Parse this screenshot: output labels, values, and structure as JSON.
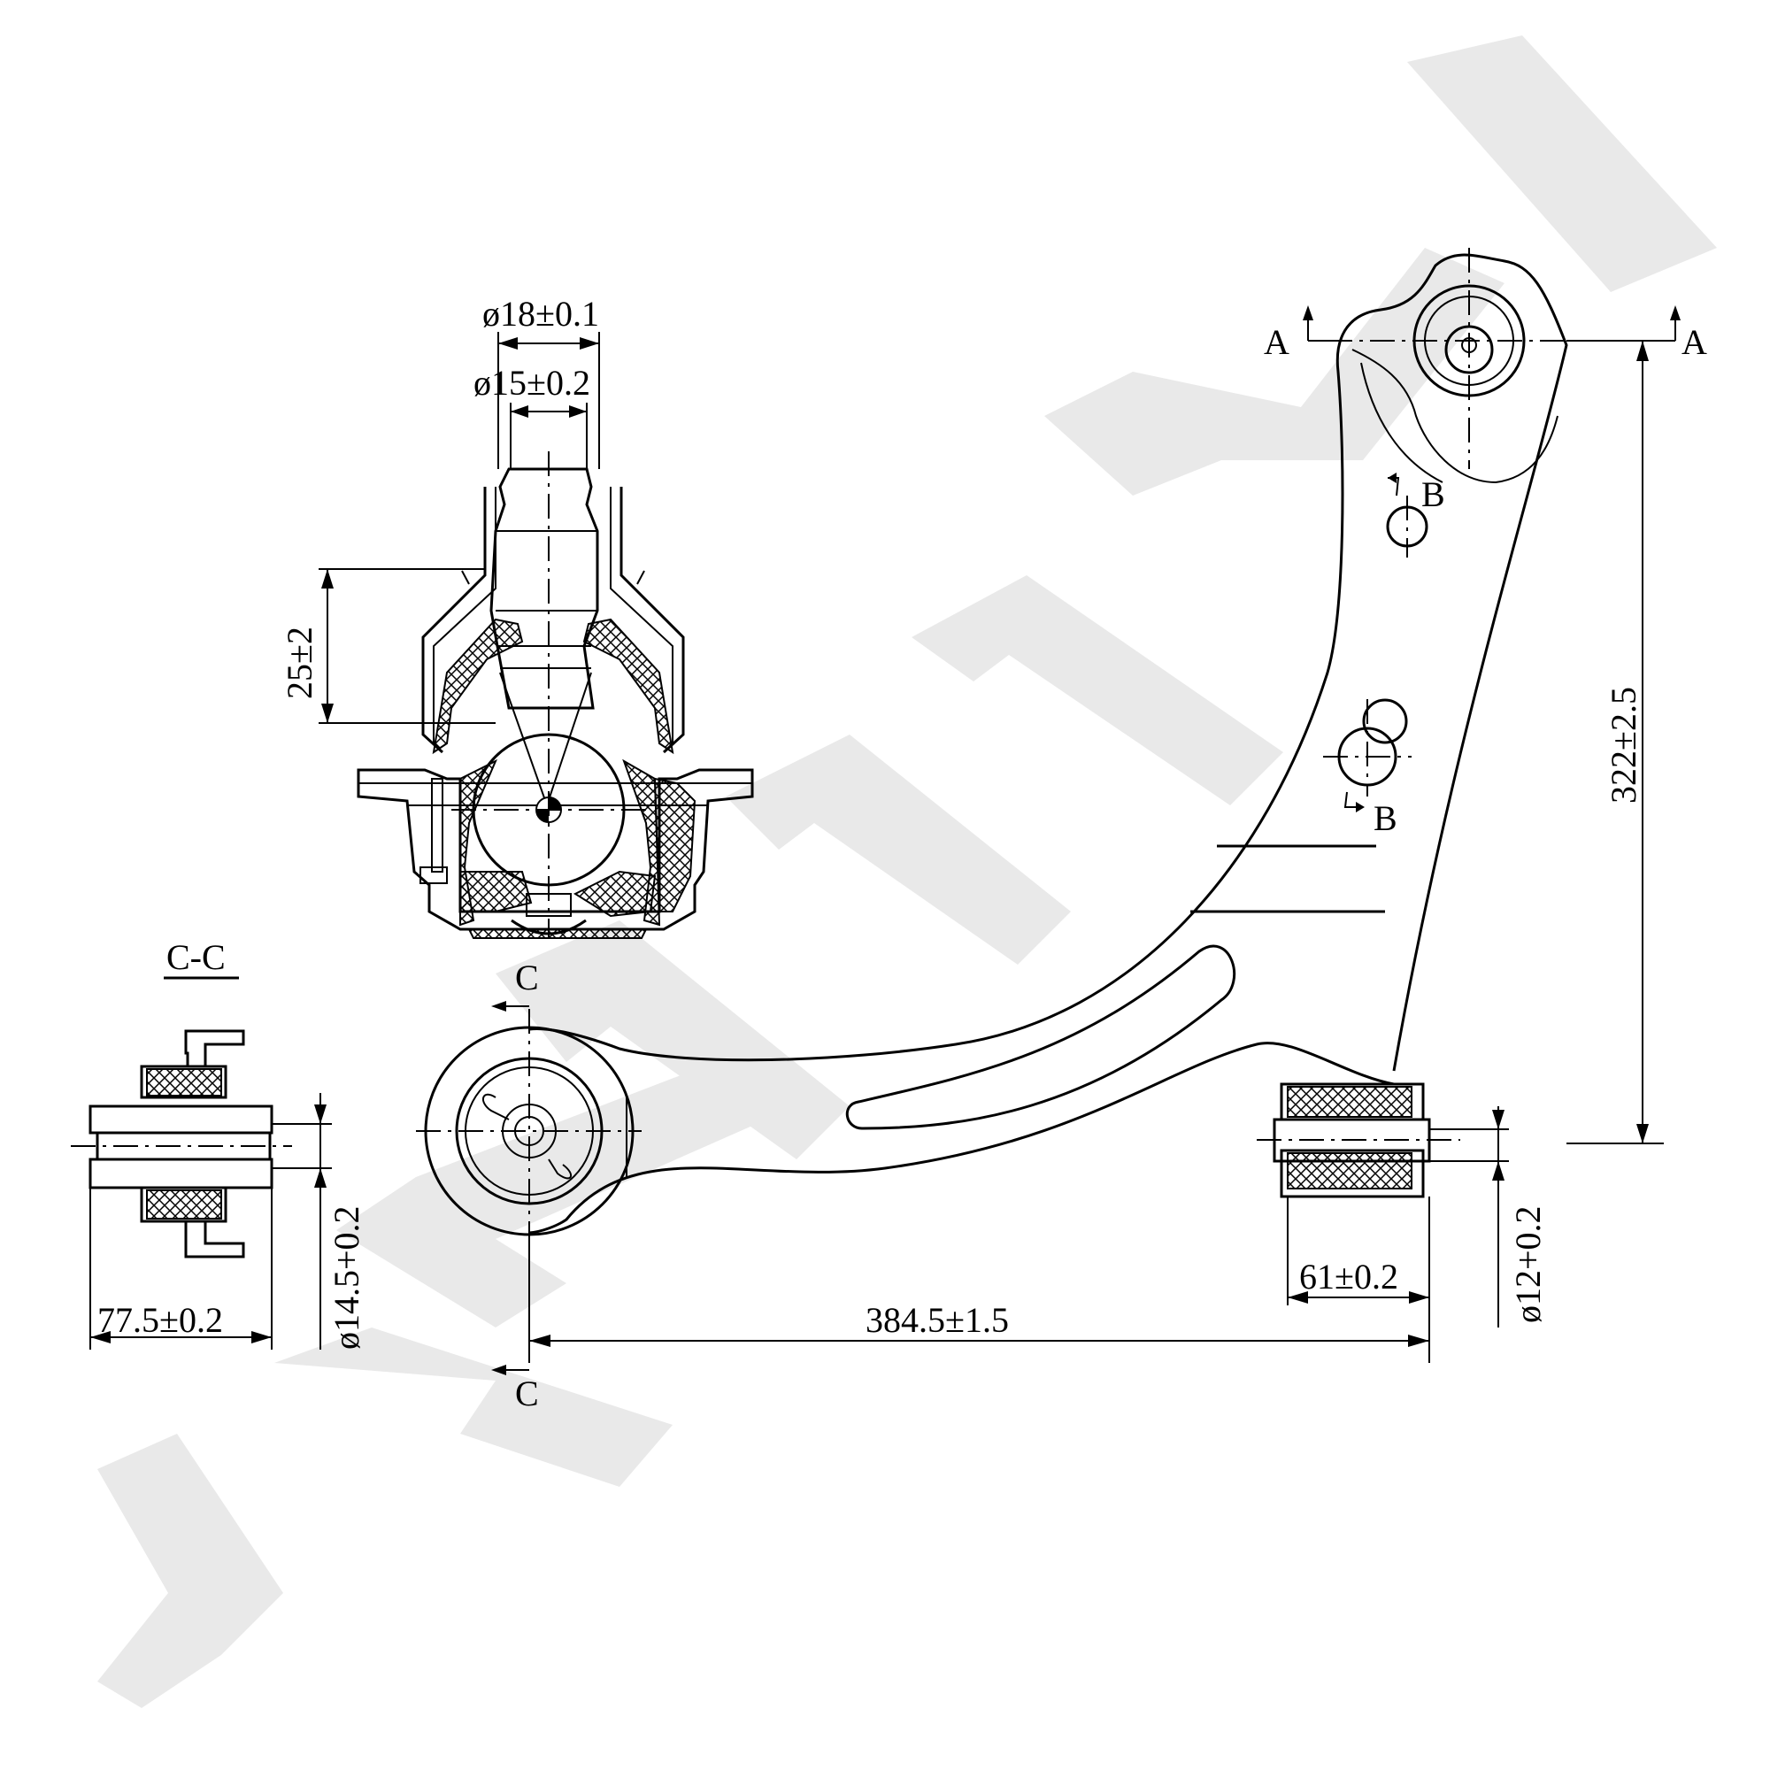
{
  "watermark": "ZENNEK",
  "section_title": "C-C",
  "dimensions": {
    "ball_stud_major": "ø18±0.1",
    "ball_stud_minor": "ø15±0.2",
    "ball_height": "25±2",
    "bushing_length": "77.5±0.2",
    "bushing_bore": "ø14.5+0.2",
    "arm_length": "384.5±1.5",
    "rear_bushing_length": "61±0.2",
    "rear_bushing_bore": "ø12+0.2",
    "arm_height": "322±2.5"
  },
  "section_markers": {
    "a_left": "A",
    "a_right": "A",
    "b_top": "B",
    "b_bottom": "B",
    "c_top": "C",
    "c_bottom": "C"
  }
}
